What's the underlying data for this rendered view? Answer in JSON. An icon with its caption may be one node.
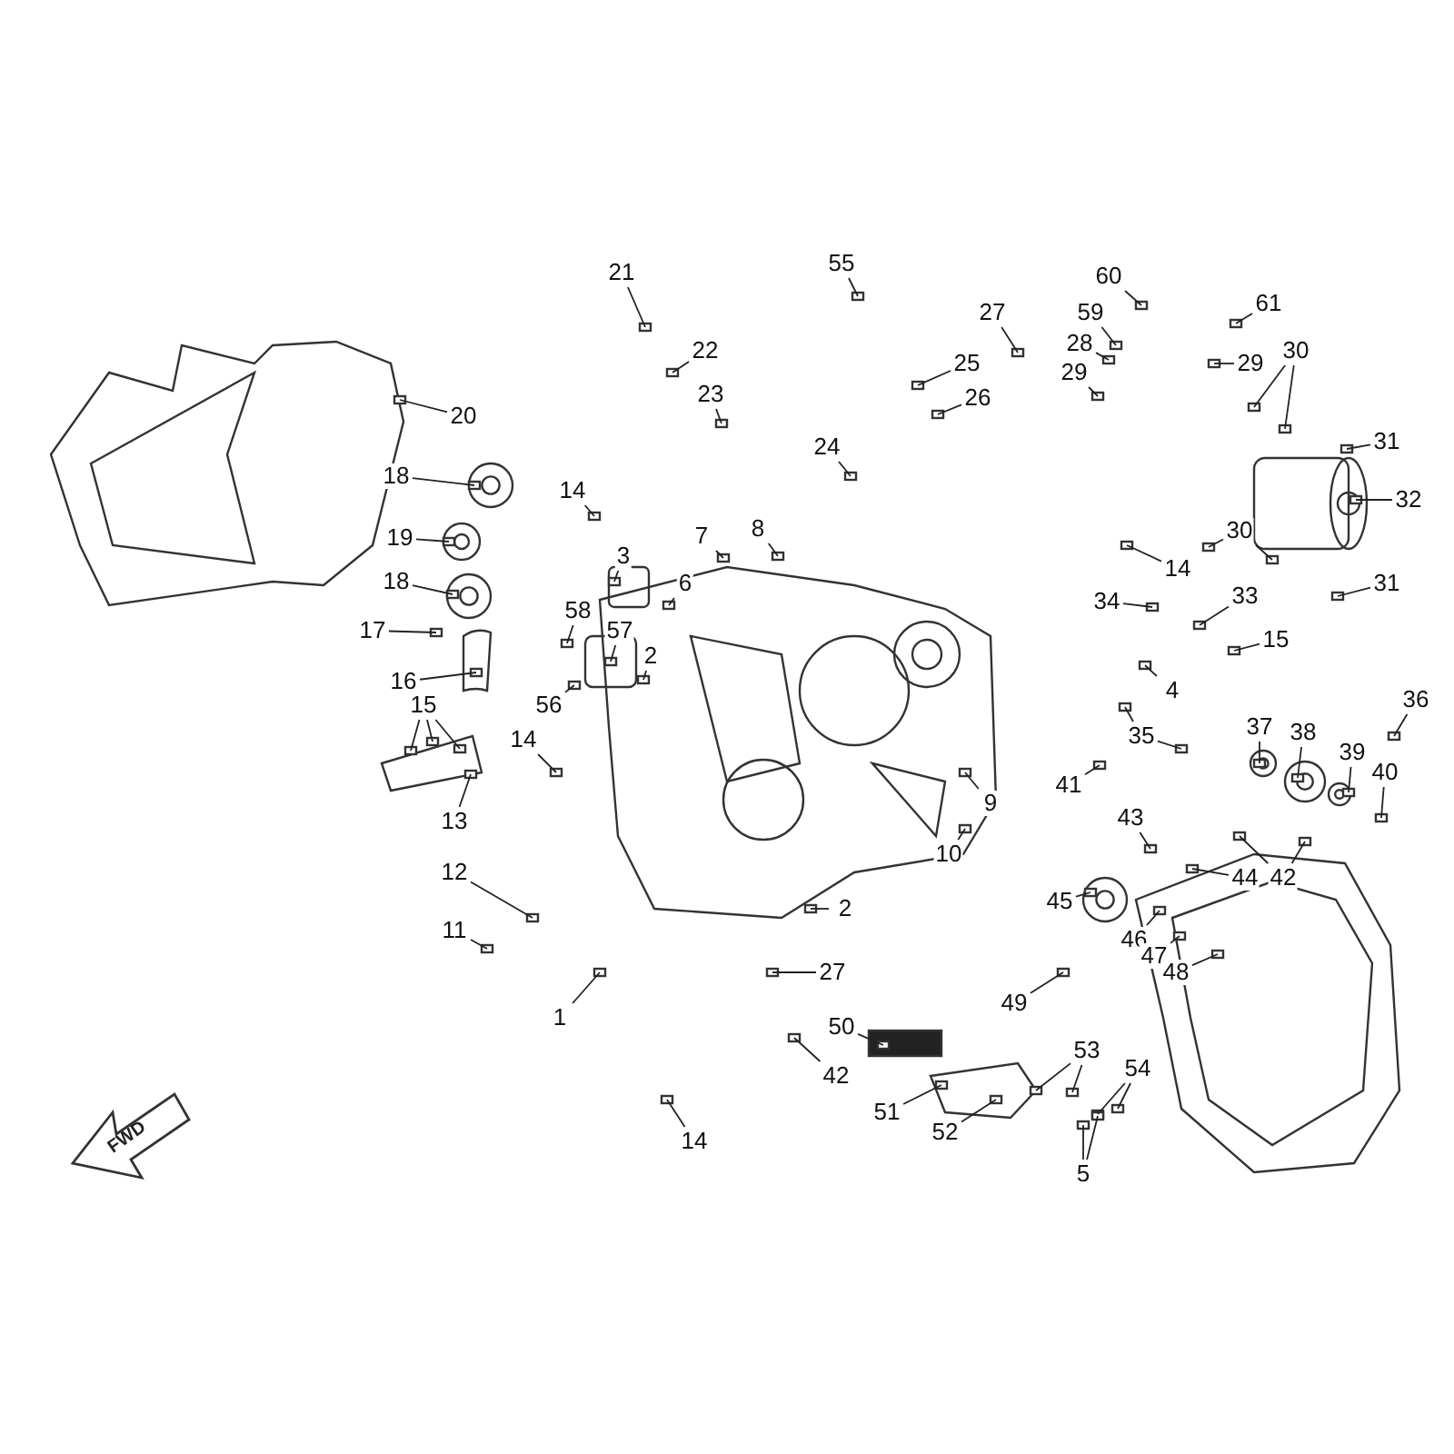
{
  "diagram": {
    "nodes": [
      {
        "text": [
          "21"
        ]
      },
      {
        "text": [
          "22"
        ]
      },
      {
        "text": [
          "23"
        ]
      },
      {
        "text": [
          "55"
        ]
      },
      {
        "text": [
          "27"
        ]
      },
      {
        "text": [
          "60"
        ]
      },
      {
        "text": [
          "59"
        ]
      },
      {
        "text": [
          "28"
        ]
      },
      {
        "text": [
          "29"
        ]
      },
      {
        "text": [
          "61"
        ]
      },
      {
        "text": [
          "25"
        ]
      },
      {
        "text": [
          "26"
        ]
      },
      {
        "text": [
          "29"
        ]
      },
      {
        "text": [
          "30"
        ]
      },
      {
        "text": [
          "20"
        ]
      },
      {
        "text": [
          "24"
        ]
      },
      {
        "text": [
          "31"
        ]
      },
      {
        "text": [
          "18"
        ]
      },
      {
        "text": [
          "14"
        ]
      },
      {
        "text": [
          "32"
        ]
      },
      {
        "text": [
          "19"
        ]
      },
      {
        "text": [
          "3"
        ]
      },
      {
        "text": [
          "7"
        ]
      },
      {
        "text": [
          "8"
        ]
      },
      {
        "text": [
          "30"
        ]
      },
      {
        "text": [
          "6"
        ]
      },
      {
        "text": [
          "18"
        ]
      },
      {
        "text": [
          "14"
        ]
      },
      {
        "text": [
          "31"
        ]
      },
      {
        "text": [
          "34"
        ]
      },
      {
        "text": [
          "33"
        ]
      },
      {
        "text": [
          "58"
        ]
      },
      {
        "text": [
          "57"
        ]
      },
      {
        "text": [
          "2"
        ]
      },
      {
        "text": [
          "17"
        ]
      },
      {
        "text": [
          "16"
        ]
      },
      {
        "text": [
          "56"
        ]
      },
      {
        "text": [
          "15"
        ]
      },
      {
        "text": [
          "4"
        ]
      },
      {
        "text": [
          "15"
        ]
      },
      {
        "text": [
          "14"
        ]
      },
      {
        "text": [
          "36"
        ]
      },
      {
        "text": [
          "37"
        ]
      },
      {
        "text": [
          "38"
        ]
      },
      {
        "text": [
          "39"
        ]
      },
      {
        "text": [
          "40"
        ]
      },
      {
        "text": [
          "35"
        ]
      },
      {
        "text": [
          "41"
        ]
      },
      {
        "text": [
          "9"
        ]
      },
      {
        "text": [
          "13"
        ]
      },
      {
        "text": [
          "43"
        ]
      },
      {
        "text": [
          "10"
        ]
      },
      {
        "text": [
          "44"
        ]
      },
      {
        "text": [
          "42"
        ]
      },
      {
        "text": [
          "2"
        ]
      },
      {
        "text": [
          "45"
        ]
      },
      {
        "text": [
          "12"
        ]
      },
      {
        "text": [
          "46"
        ]
      },
      {
        "text": [
          "11"
        ]
      },
      {
        "text": [
          "47"
        ]
      },
      {
        "text": [
          "48"
        ]
      },
      {
        "text": [
          "1"
        ]
      },
      {
        "text": [
          "27"
        ]
      },
      {
        "text": [
          "49"
        ]
      },
      {
        "text": [
          "50"
        ]
      },
      {
        "text": [
          "42"
        ]
      },
      {
        "text": [
          "53"
        ]
      },
      {
        "text": [
          "54"
        ]
      },
      {
        "text": [
          "51"
        ]
      },
      {
        "text": [
          "52"
        ]
      },
      {
        "text": [
          "5"
        ]
      },
      {
        "text": [
          "14"
        ]
      }
    ],
    "edges": [
      {
        "from": 0,
        "to": null,
        "arrow": "none"
      },
      {
        "from": 1,
        "to": null,
        "arrow": "none"
      },
      {
        "from": 2,
        "to": null,
        "arrow": "none"
      },
      {
        "from": 3,
        "to": null,
        "arrow": "none"
      },
      {
        "from": 4,
        "to": null,
        "arrow": "none"
      },
      {
        "from": 5,
        "to": null,
        "arrow": "none"
      },
      {
        "from": 6,
        "to": null,
        "arrow": "none"
      },
      {
        "from": 7,
        "to": null,
        "arrow": "none"
      },
      {
        "from": 8,
        "to": null,
        "arrow": "none"
      },
      {
        "from": 9,
        "to": null,
        "arrow": "none"
      },
      {
        "from": 10,
        "to": null,
        "arrow": "none"
      },
      {
        "from": 11,
        "to": null,
        "arrow": "none"
      },
      {
        "from": 12,
        "to": null,
        "arrow": "none"
      },
      {
        "from": 13,
        "to": null,
        "arrow": "none"
      },
      {
        "from": 13,
        "to": null,
        "arrow": "none"
      },
      {
        "from": 14,
        "to": null,
        "arrow": "none"
      },
      {
        "from": 15,
        "to": null,
        "arrow": "none"
      },
      {
        "from": 16,
        "to": null,
        "arrow": "none"
      },
      {
        "from": 17,
        "to": null,
        "arrow": "none"
      },
      {
        "from": 18,
        "to": null,
        "arrow": "none"
      },
      {
        "from": 19,
        "to": null,
        "arrow": "none"
      },
      {
        "from": 20,
        "to": null,
        "arrow": "none"
      },
      {
        "from": 21,
        "to": null,
        "arrow": "none"
      },
      {
        "from": 22,
        "to": null,
        "arrow": "none"
      },
      {
        "from": 23,
        "to": null,
        "arrow": "none"
      },
      {
        "from": 24,
        "to": null,
        "arrow": "none"
      },
      {
        "from": 24,
        "to": null,
        "arrow": "none"
      },
      {
        "from": 25,
        "to": null,
        "arrow": "none"
      },
      {
        "from": 26,
        "to": null,
        "arrow": "none"
      },
      {
        "from": 27,
        "to": null,
        "arrow": "none"
      },
      {
        "from": 28,
        "to": null,
        "arrow": "none"
      },
      {
        "from": 29,
        "to": null,
        "arrow": "none"
      },
      {
        "from": 30,
        "to": null,
        "arrow": "none"
      },
      {
        "from": 31,
        "to": null,
        "arrow": "none"
      },
      {
        "from": 32,
        "to": null,
        "arrow": "none"
      },
      {
        "from": 33,
        "to": null,
        "arrow": "none"
      },
      {
        "from": 34,
        "to": null,
        "arrow": "none"
      },
      {
        "from": 35,
        "to": null,
        "arrow": "none"
      },
      {
        "from": 36,
        "to": null,
        "arrow": "none"
      },
      {
        "from": 37,
        "to": null,
        "arrow": "none"
      },
      {
        "from": 38,
        "to": null,
        "arrow": "none"
      },
      {
        "from": 39,
        "to": null,
        "arrow": "none"
      },
      {
        "from": 39,
        "to": null,
        "arrow": "none"
      },
      {
        "from": 39,
        "to": null,
        "arrow": "none"
      },
      {
        "from": 40,
        "to": null,
        "arrow": "none"
      },
      {
        "from": 41,
        "to": null,
        "arrow": "none"
      },
      {
        "from": 42,
        "to": null,
        "arrow": "none"
      },
      {
        "from": 43,
        "to": null,
        "arrow": "none"
      },
      {
        "from": 44,
        "to": null,
        "arrow": "none"
      },
      {
        "from": 45,
        "to": null,
        "arrow": "none"
      },
      {
        "from": 46,
        "to": null,
        "arrow": "none"
      },
      {
        "from": 46,
        "to": null,
        "arrow": "none"
      },
      {
        "from": 47,
        "to": null,
        "arrow": "none"
      },
      {
        "from": 48,
        "to": null,
        "arrow": "none"
      },
      {
        "from": 49,
        "to": null,
        "arrow": "none"
      },
      {
        "from": 50,
        "to": null,
        "arrow": "none"
      },
      {
        "from": 51,
        "to": null,
        "arrow": "none"
      },
      {
        "from": 52,
        "to": null,
        "arrow": "none"
      },
      {
        "from": 53,
        "to": null,
        "arrow": "none"
      },
      {
        "from": 53,
        "to": null,
        "arrow": "none"
      },
      {
        "from": 54,
        "to": null,
        "arrow": "none"
      },
      {
        "from": 55,
        "to": null,
        "arrow": "none"
      },
      {
        "from": 56,
        "to": null,
        "arrow": "none"
      },
      {
        "from": 57,
        "to": null,
        "arrow": "none"
      },
      {
        "from": 58,
        "to": null,
        "arrow": "none"
      },
      {
        "from": 59,
        "to": null,
        "arrow": "none"
      },
      {
        "from": 60,
        "to": null,
        "arrow": "none"
      },
      {
        "from": 61,
        "to": null,
        "arrow": "none"
      },
      {
        "from": 62,
        "to": null,
        "arrow": "none"
      },
      {
        "from": 63,
        "to": null,
        "arrow": "none"
      },
      {
        "from": 64,
        "to": null,
        "arrow": "none"
      },
      {
        "from": 65,
        "to": null,
        "arrow": "none"
      },
      {
        "from": 66,
        "to": null,
        "arrow": "none"
      },
      {
        "from": 66,
        "to": null,
        "arrow": "none"
      },
      {
        "from": 67,
        "to": null,
        "arrow": "none"
      },
      {
        "from": 67,
        "to": null,
        "arrow": "none"
      },
      {
        "from": 68,
        "to": null,
        "arrow": "none"
      },
      {
        "from": 69,
        "to": null,
        "arrow": "none"
      },
      {
        "from": 70,
        "to": null,
        "arrow": "none"
      },
      {
        "from": 70,
        "to": null,
        "arrow": "none"
      },
      {
        "from": 71,
        "to": null,
        "arrow": "none"
      }
    ],
    "labels": [
      "FWD"
    ]
  }
}
